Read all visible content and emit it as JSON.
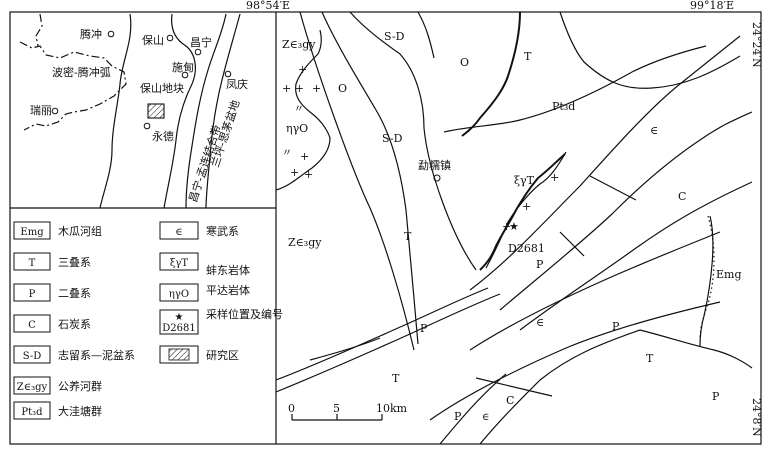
{
  "coords": {
    "lon_left": "98°54′E",
    "lon_right": "99°18′E",
    "lat_top": "24°24′N",
    "lat_bottom": "24°8′N"
  },
  "inset": {
    "places": [
      "腾冲",
      "保山",
      "昌宁",
      "施甸",
      "凤庆",
      "瑞丽",
      "永德"
    ],
    "regions": [
      "波密-腾冲弧",
      "保山地块",
      "昌宁-孟连结合带",
      "兰坪-思茅盆地"
    ]
  },
  "legend": [
    {
      "code": "Emg",
      "label": "木瓜河组"
    },
    {
      "code": "T",
      "label": "三叠系"
    },
    {
      "code": "P",
      "label": "二叠系"
    },
    {
      "code": "C",
      "label": "石炭系"
    },
    {
      "code": "S-D",
      "label": "志留系—泥盆系"
    },
    {
      "code": "Z∈₃gy",
      "label": "公养河群"
    },
    {
      "code": "Pt₃d",
      "label": "大洼塘群"
    },
    {
      "code": "∈",
      "label": "寒武系"
    },
    {
      "code": "ξγT",
      "label": "蚌东岩体"
    },
    {
      "code": "ηγO",
      "label": "平达岩体"
    },
    {
      "code": "★\nD2681",
      "label": "采样位置及编号"
    },
    {
      "code": "",
      "label": "研究区"
    }
  ],
  "map": {
    "labels": [
      "Z∈₃gy",
      "S-D",
      "O",
      "T",
      "O",
      "Pt₃d",
      "ηγO",
      "S-D",
      "勐糯镇",
      "∈",
      "ξγT",
      "C",
      "T",
      "D2681",
      "P",
      "Z∈₃gy",
      "Emg",
      "P",
      "∈",
      "P",
      "T",
      "T",
      "P",
      "P",
      "C",
      "∈"
    ],
    "scale": {
      "labels": [
        "0",
        "5",
        "10km"
      ]
    }
  }
}
